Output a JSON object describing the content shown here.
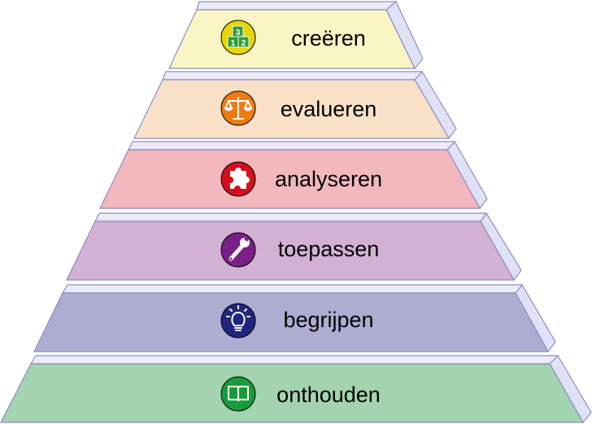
{
  "levels": [
    {
      "label": "creëren",
      "color": "#faf6c4",
      "icon": "blocks-icon",
      "icon_color": "#e8d400",
      "icon_text": [
        "3",
        "1",
        "2"
      ]
    },
    {
      "label": "evalueren",
      "color": "#f9e1c8",
      "icon": "scale-icon",
      "icon_color": "#ef7b0f"
    },
    {
      "label": "analyseren",
      "color": "#f2b8bd",
      "icon": "puzzle-icon",
      "icon_color": "#d40f1c"
    },
    {
      "label": "toepassen",
      "color": "#d3b1d4",
      "icon": "wrench-icon",
      "icon_color": "#7a1f86"
    },
    {
      "label": "begrijpen",
      "color": "#adadd2",
      "icon": "lightbulb-icon",
      "icon_color": "#1f2580"
    },
    {
      "label": "onthouden",
      "color": "#a3d3af",
      "icon": "book-icon",
      "icon_color": "#189c3a"
    }
  ],
  "side_color": "#e1e1f5",
  "top_color": "#ebebfa",
  "edge_color": "#8c8cc8"
}
